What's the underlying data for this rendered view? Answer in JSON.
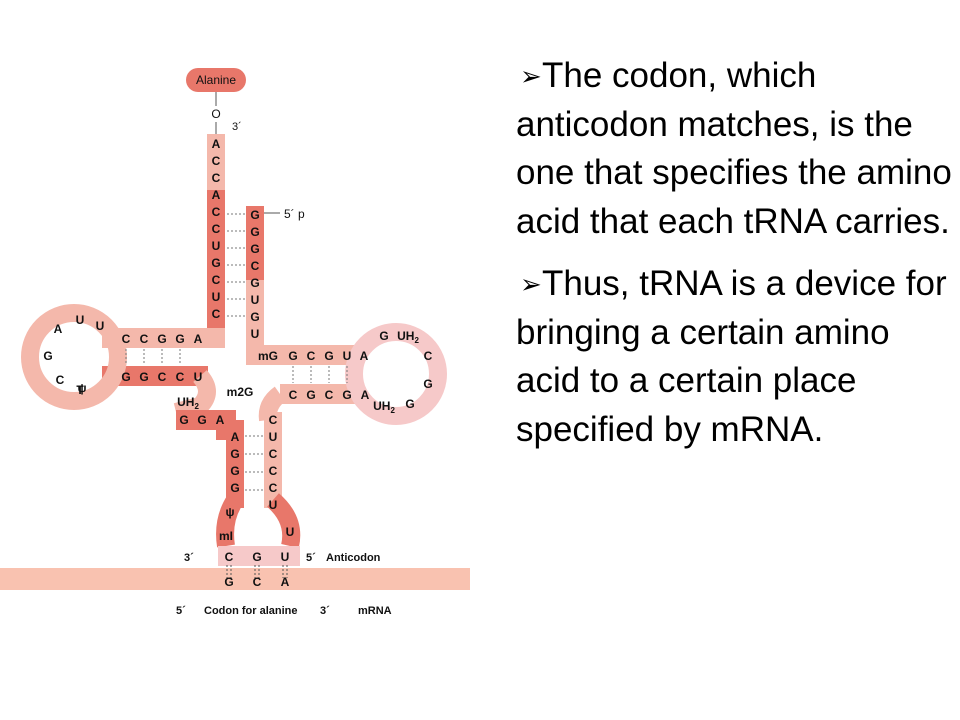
{
  "amino_acid": "Alanine",
  "anchor_o": "O",
  "three_prime_top": "3´",
  "five_prime_p": "5´ p",
  "acceptor_3_strand": [
    "A",
    "C",
    "C",
    "A",
    "C",
    "C",
    "U",
    "G",
    "C",
    "U",
    "C"
  ],
  "acceptor_5_strand": [
    "G",
    "G",
    "G",
    "C",
    "G",
    "U",
    "G",
    "U"
  ],
  "d_arm_top": [
    "C",
    "C",
    "G",
    "G",
    "A"
  ],
  "d_arm_bottom": [
    "G",
    "G",
    "C",
    "C",
    "U"
  ],
  "d_loop": [
    "A",
    "U",
    "U",
    "G",
    "C",
    "T"
  ],
  "d_loop_psi": "ψ",
  "right_arm_top": [
    "mG",
    "G",
    "C",
    "G",
    "U",
    "A"
  ],
  "right_arm_bottom": [
    "C",
    "G",
    "C",
    "G",
    "A"
  ],
  "right_loop": [
    "G",
    "UH2",
    "C",
    "G",
    "UH2",
    "G"
  ],
  "uh2_left": "UH2",
  "gga": [
    "G",
    "G",
    "A"
  ],
  "m2g": "m2G",
  "anticodon_left_strand": [
    "A",
    "G",
    "G",
    "G"
  ],
  "anticodon_right_strand": [
    "C",
    "U",
    "C",
    "C",
    "C",
    "U"
  ],
  "anticodon_psi": "ψ",
  "mi": "mI",
  "u_right": "U",
  "anticodon": [
    "C",
    "G",
    "U"
  ],
  "anticodon_label": "Anticodon",
  "anticodon_5": "5´",
  "anticodon_3": "3´",
  "codon": [
    "G",
    "C",
    "A"
  ],
  "codon_label": "Codon for alanine",
  "mrna_5": "5´",
  "mrna_3": "3´",
  "mrna_label": "mRNA",
  "colors": {
    "dark_band": "#e8776a",
    "light_band": "#f4b8ab",
    "pale_loop": "#f6c9c9",
    "mrna": "#f9c2b0"
  },
  "bullets": [
    "The codon, which anticodon matches, is the one that specifies the amino acid that each tRNA carries.",
    "Thus, tRNA is a device for bringing a certain amino acid to a certain place specified by mRNA."
  ],
  "bullet_marker": "➢"
}
